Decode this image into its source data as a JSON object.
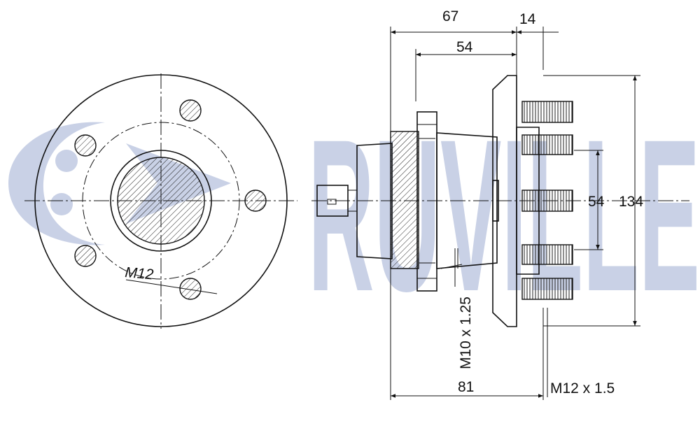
{
  "watermark": {
    "text": "RUVILLE",
    "color": "#c9d1e6"
  },
  "dimensions": {
    "d67": "67",
    "d14": "14",
    "d54_top": "54",
    "d54_side": "54",
    "d134": "134",
    "d81": "81",
    "bolt_thread": "M12 x 1.5",
    "center_thread": "M10 x 1.25",
    "stud_size": "M12"
  },
  "colors": {
    "line": "#111111",
    "watermark": "#c9d1e6"
  }
}
